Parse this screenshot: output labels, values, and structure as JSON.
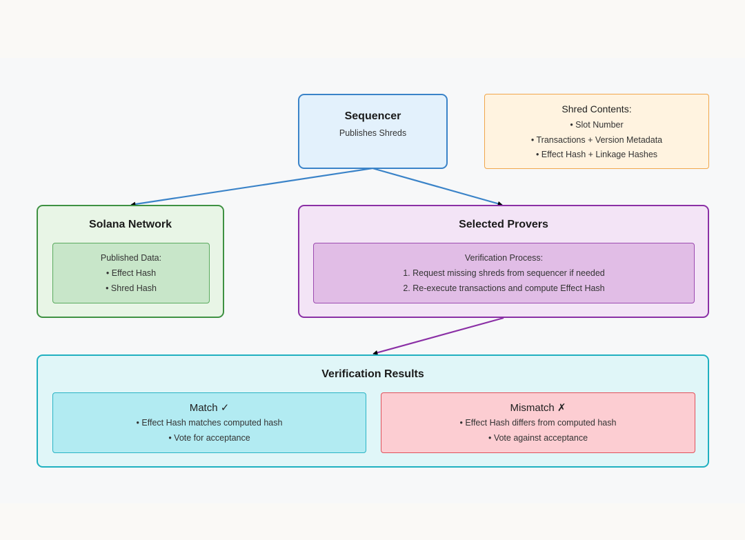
{
  "sequencer": {
    "title": "Sequencer",
    "subtitle": "Publishes Shreds"
  },
  "shred_contents": {
    "heading": "Shred Contents:",
    "items": [
      "• Slot Number",
      "• Transactions + Version Metadata",
      "• Effect Hash + Linkage Hashes"
    ]
  },
  "solana_network": {
    "title": "Solana Network",
    "panel": {
      "heading": "Published Data:",
      "items": [
        "• Effect Hash",
        "• Shred Hash"
      ]
    }
  },
  "selected_provers": {
    "title": "Selected Provers",
    "panel": {
      "heading": "Verification Process:",
      "items": [
        "1. Request missing shreds from sequencer if needed",
        "2. Re-execute transactions and compute Effect Hash"
      ]
    }
  },
  "verification_results": {
    "title": "Verification Results",
    "match": {
      "heading": "Match ✓",
      "items": [
        "• Effect Hash matches computed hash",
        "• Vote for acceptance"
      ]
    },
    "mismatch": {
      "heading": "Mismatch ✗",
      "items": [
        "• Effect Hash differs from computed hash",
        "• Vote against acceptance"
      ]
    }
  },
  "colors": {
    "blue": "#3a83c8",
    "green": "#3e9142",
    "purple": "#8a2fa5",
    "orange": "#f0a64a",
    "teal": "#1fb0c0",
    "red": "#e0505a"
  }
}
